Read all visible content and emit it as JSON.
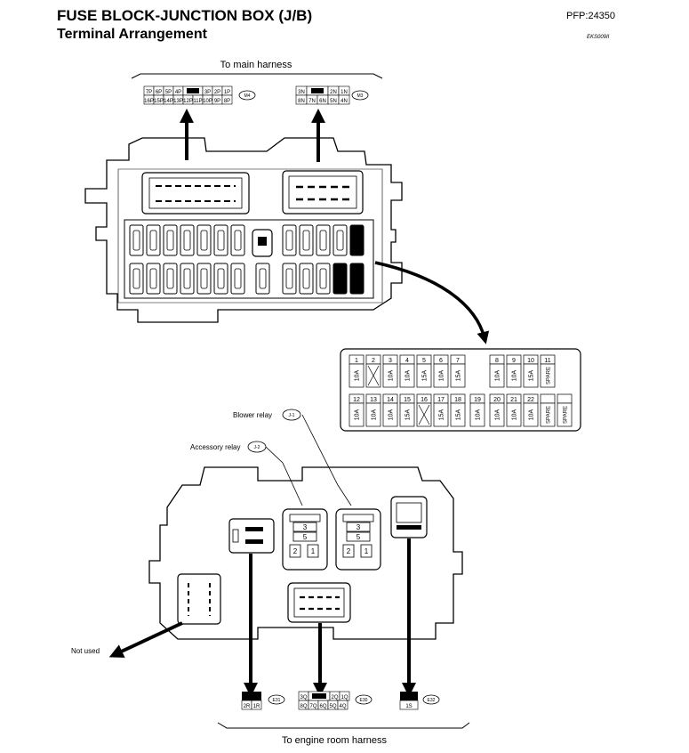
{
  "header": {
    "title": "FUSE BLOCK-JUNCTION BOX (J/B)",
    "subtitle": "Terminal Arrangement",
    "pfp": "PFP:24350",
    "code": "EKS009II"
  },
  "labels": {
    "to_main_harness": "To main harness",
    "to_engine_room_harness": "To engine room harness",
    "blower_relay": "Blower relay",
    "accessory_relay": "Accessory relay",
    "not_used": "Not used"
  },
  "connectors": {
    "m4": {
      "tag": "M4",
      "row1": [
        "7P",
        "6P",
        "5P",
        "4P",
        "",
        "3P",
        "2P",
        "1P"
      ],
      "row2": [
        "16P",
        "15P",
        "14P",
        "13P",
        "12P",
        "11P",
        "10P",
        "9P",
        "8P"
      ]
    },
    "m3": {
      "tag": "M3",
      "row1": [
        "3N",
        "",
        "2N",
        "1N"
      ],
      "row2": [
        "8N",
        "7N",
        "6N",
        "5N",
        "4N"
      ]
    },
    "e31": {
      "tag": "E31",
      "row2": [
        "2R",
        "1R"
      ]
    },
    "e30": {
      "tag": "E30",
      "row1": [
        "3Q",
        "",
        "2Q",
        "1Q"
      ],
      "row2": [
        "8Q",
        "7Q",
        "6Q",
        "5Q",
        "4Q"
      ]
    },
    "e32": {
      "tag": "E32",
      "row2": [
        "1S"
      ]
    }
  },
  "relays": {
    "blower": {
      "tag": "J-1",
      "terminals": [
        "3",
        "5",
        "2",
        "1"
      ]
    },
    "accessory": {
      "tag": "J-2",
      "terminals": [
        "3",
        "5",
        "2",
        "1"
      ]
    }
  },
  "fuses": {
    "top": [
      {
        "num": "1",
        "rating": "10A"
      },
      {
        "num": "2",
        "rating": "",
        "empty": true
      },
      {
        "num": "3",
        "rating": "10A"
      },
      {
        "num": "4",
        "rating": "10A"
      },
      {
        "num": "5",
        "rating": "15A"
      },
      {
        "num": "6",
        "rating": "10A"
      },
      {
        "num": "7",
        "rating": "15A"
      },
      {
        "num": "8",
        "rating": "10A"
      },
      {
        "num": "9",
        "rating": "10A"
      },
      {
        "num": "10",
        "rating": "15A"
      },
      {
        "num": "11",
        "rating": "SPARE"
      }
    ],
    "bottom": [
      {
        "num": "12",
        "rating": "10A"
      },
      {
        "num": "13",
        "rating": "10A"
      },
      {
        "num": "14",
        "rating": "10A"
      },
      {
        "num": "15",
        "rating": "15A"
      },
      {
        "num": "16",
        "rating": "",
        "empty": true
      },
      {
        "num": "17",
        "rating": "15A"
      },
      {
        "num": "18",
        "rating": "15A"
      },
      {
        "num": "19",
        "rating": "10A"
      },
      {
        "num": "20",
        "rating": "10A"
      },
      {
        "num": "21",
        "rating": "10A"
      },
      {
        "num": "22",
        "rating": "10A"
      },
      {
        "num": "",
        "rating": "SPARE"
      },
      {
        "num": "",
        "rating": "SPARE"
      }
    ]
  }
}
